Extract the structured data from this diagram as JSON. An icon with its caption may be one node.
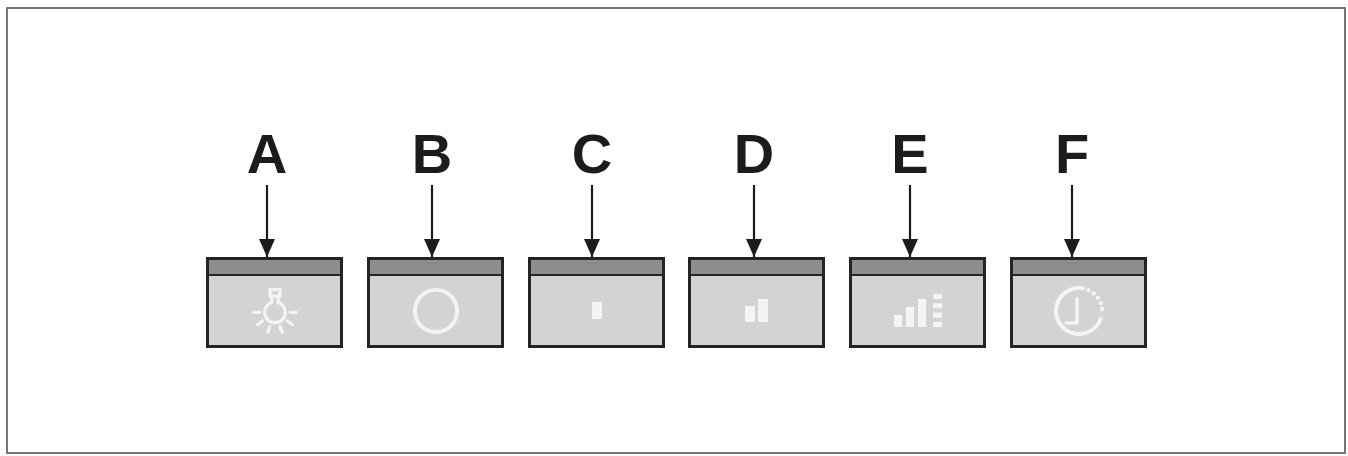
{
  "diagram": {
    "nodes": [
      {
        "text": [
          "A"
        ]
      },
      {
        "text": [
          "B"
        ]
      },
      {
        "text": [
          "C"
        ]
      },
      {
        "text": [
          "D"
        ]
      },
      {
        "text": [
          "E"
        ]
      },
      {
        "text": [
          "F"
        ]
      },
      {
        "text": [],
        "shape": "box"
      },
      {
        "text": [],
        "shape": "box"
      },
      {
        "text": [],
        "shape": "box"
      },
      {
        "text": [],
        "shape": "box"
      },
      {
        "text": [],
        "shape": "box"
      },
      {
        "text": [],
        "shape": "box"
      }
    ],
    "edges": [
      {
        "from": 0,
        "to": 6,
        "arrow": "to"
      },
      {
        "from": 1,
        "to": 7,
        "arrow": "to"
      },
      {
        "from": 2,
        "to": 8,
        "arrow": "to"
      },
      {
        "from": 3,
        "to": 9,
        "arrow": "to"
      },
      {
        "from": 4,
        "to": 10,
        "arrow": "to"
      },
      {
        "from": 5,
        "to": 11,
        "arrow": "to"
      }
    ]
  }
}
